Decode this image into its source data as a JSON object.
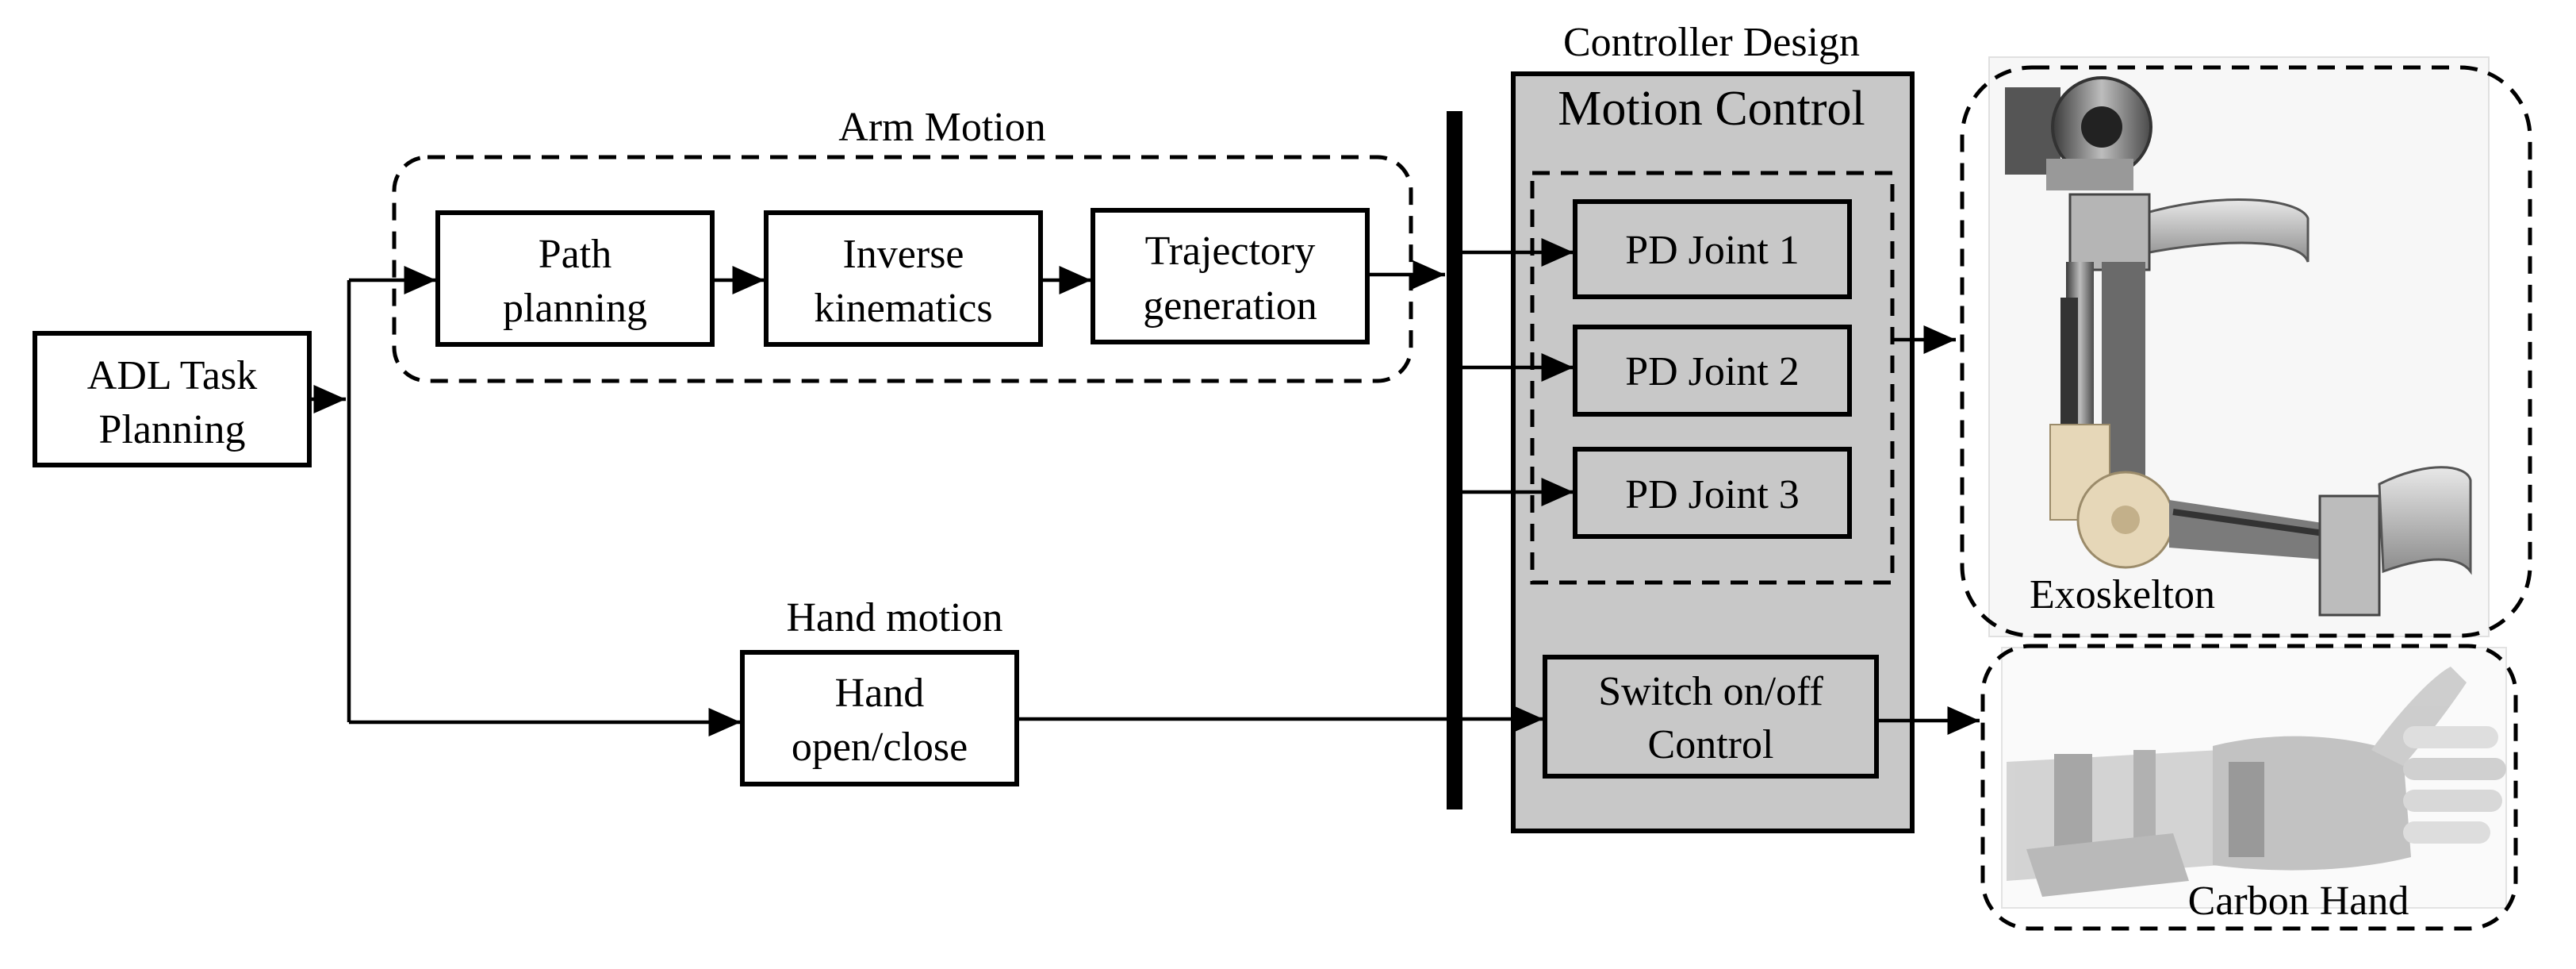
{
  "groups": {
    "arm_motion": "Arm Motion",
    "hand_motion": "Hand motion",
    "controller_design": "Controller Design",
    "motion_control": "Motion Control"
  },
  "blocks": {
    "adl_task": [
      "ADL Task",
      "Planning"
    ],
    "path_planning": [
      "Path",
      "planning"
    ],
    "inverse_kinematics": [
      "Inverse",
      "kinematics"
    ],
    "trajectory_generation": [
      "Trajectory",
      "generation"
    ],
    "hand_open_close": [
      "Hand",
      "open/close"
    ],
    "pd_joint_1": "PD Joint 1",
    "pd_joint_2": "PD Joint 2",
    "pd_joint_3": "PD Joint 3",
    "switch_control": [
      "Switch on/off",
      "Control"
    ]
  },
  "devices": {
    "exoskeleton": "Exoskelton",
    "carbon_hand": "Carbon Hand"
  },
  "colors": {
    "controller_fill": "#c8c8c8",
    "stroke": "#000000"
  }
}
